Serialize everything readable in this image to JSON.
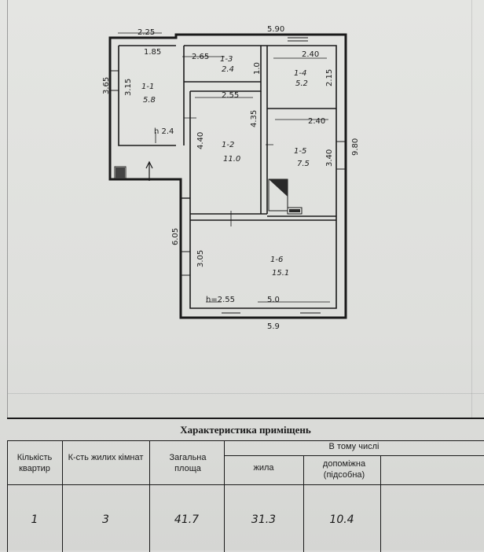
{
  "plan": {
    "dimensions": {
      "d_225": "2.25",
      "d_590_top": "5.90",
      "d_185": "1.85",
      "d_265": "2.65",
      "d_365": "3.65",
      "d_315": "3.15",
      "d_240_a": "2.40",
      "d_215": "2.15",
      "d_10": "1.0",
      "d_255_mid": "2.55",
      "d_435": "4.35",
      "d_240_b": "2.40",
      "d_440": "4.40",
      "d_980": "9.80",
      "d_340": "3.40",
      "d_605": "6.05",
      "d_305": "3.05",
      "d_h255": "h=2.55",
      "d_50": "5.0",
      "d_59": "5.9",
      "d_h24": "h 2.4"
    },
    "rooms": [
      {
        "id": "1-1",
        "area": "5.8"
      },
      {
        "id": "1-3",
        "area": "2.4"
      },
      {
        "id": "1-4",
        "area": "5.2"
      },
      {
        "id": "1-2",
        "area": "11.0"
      },
      {
        "id": "1-5",
        "area": "7.5"
      },
      {
        "id": "1-6",
        "area": "15.1"
      }
    ]
  },
  "table": {
    "title": "Характеристика приміщень",
    "headers": {
      "apartments": "Кількість квартир",
      "living_rooms": "К-сть жилих кімнат",
      "total_area": "Загальна площа",
      "including": "В тому числі",
      "living": "жила",
      "auxiliary": "допоміжна (підсобна)"
    },
    "values": {
      "apartments": "1",
      "living_rooms": "3",
      "total_area": "41.7",
      "living": "31.3",
      "auxiliary": "10.4"
    }
  },
  "colors": {
    "ink": "#1a1a1a",
    "paper": "#e2e3e0"
  }
}
